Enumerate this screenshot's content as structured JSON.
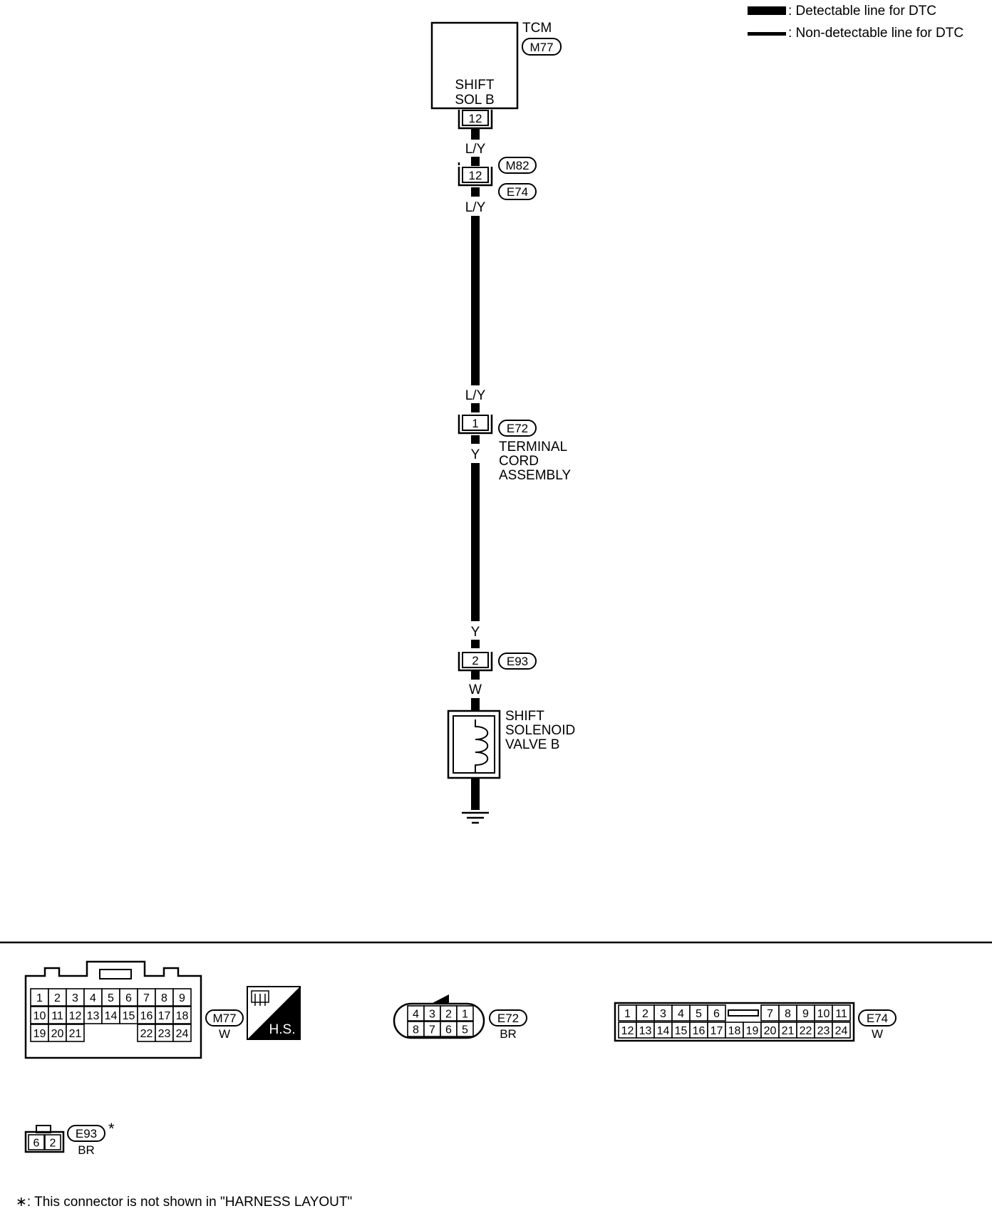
{
  "legend": {
    "detectable": ": Detectable line for DTC",
    "non_detectable": ": Non-detectable line for DTC"
  },
  "tcm": {
    "title": "TCM",
    "connector": "M77",
    "function_line1": "SHIFT",
    "function_line2": "SOL B",
    "terminal": "12"
  },
  "wires": {
    "w1": "L/Y",
    "w2": "L/Y",
    "w3": "L/Y",
    "w4": "Y",
    "w5": "Y",
    "w6": "W"
  },
  "joint_connector": {
    "terminal": "12",
    "upper": "M82",
    "lower": "E74"
  },
  "terminal_cord": {
    "terminal": "1",
    "connector": "E72",
    "line1": "TERMINAL",
    "line2": "CORD",
    "line3": "ASSEMBLY"
  },
  "solenoid_connector": {
    "terminal": "2",
    "connector": "E93"
  },
  "solenoid": {
    "line1": "SHIFT",
    "line2": "SOLENOID",
    "line3": "VALVE B"
  },
  "connector_views": {
    "m77": {
      "id": "M77",
      "color": "W",
      "rows": [
        [
          "1",
          "2",
          "3",
          "4",
          "5",
          "6",
          "7",
          "8",
          "9"
        ],
        [
          "10",
          "11",
          "12",
          "13",
          "14",
          "15",
          "16",
          "17",
          "18"
        ],
        [
          "19",
          "20",
          "21",
          "22",
          "23",
          "24"
        ]
      ],
      "hs": "H.S."
    },
    "e72": {
      "id": "E72",
      "color": "BR",
      "top": [
        "4",
        "3",
        "2",
        "1"
      ],
      "bottom": [
        "8",
        "7",
        "6",
        "5"
      ]
    },
    "e74": {
      "id": "E74",
      "color": "W",
      "top": [
        "1",
        "2",
        "3",
        "4",
        "5",
        "6",
        "7",
        "8",
        "9",
        "10",
        "11"
      ],
      "bottom": [
        "12",
        "13",
        "14",
        "15",
        "16",
        "17",
        "18",
        "19",
        "20",
        "21",
        "22",
        "23",
        "24"
      ]
    },
    "e93": {
      "id": "E93",
      "color": "BR",
      "pins": [
        "6",
        "2"
      ],
      "asterisk": "*"
    }
  },
  "footnote": "∗: This connector is not shown in \"HARNESS LAYOUT\""
}
